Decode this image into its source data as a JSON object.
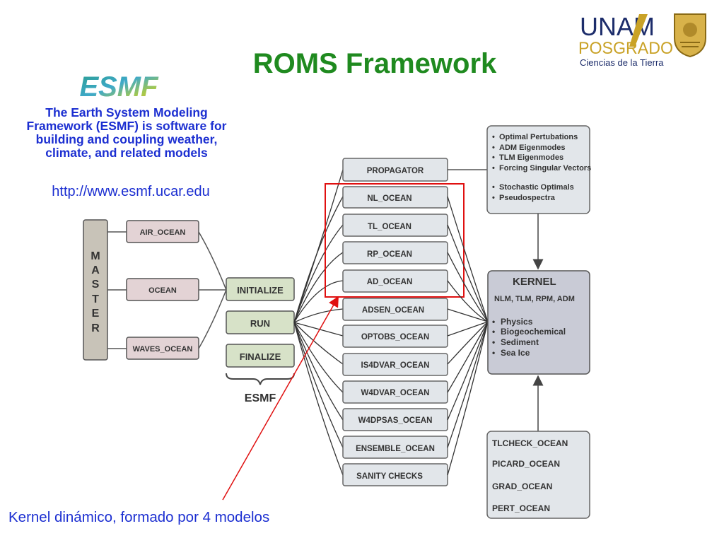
{
  "slide": {
    "title": "ROMS Framework",
    "esmf_description": "The Earth System Modeling Framework (ESMF) is software for building and coupling weather, climate, and related models",
    "esmf_url": "http://www.esmf.ucar.edu",
    "kernel_note": "Kernel dinámico, formado por 4 modelos"
  },
  "logos": {
    "esmf": "ESMF",
    "unam_top": "UNAM",
    "unam_middle": "POSGRADO",
    "unam_bottom": "Ciencias de la Tierra"
  },
  "diagram": {
    "master_letters": [
      "M",
      "A",
      "S",
      "T",
      "E",
      "R"
    ],
    "couplers": [
      "AIR_OCEAN",
      "OCEAN",
      "WAVES_OCEAN"
    ],
    "esmf_phases": [
      "INITIALIZE",
      "RUN",
      "FINALIZE"
    ],
    "esmf_label": "ESMF",
    "drivers": [
      "PROPAGATOR",
      "NL_OCEAN",
      "TL_OCEAN",
      "RP_OCEAN",
      "AD_OCEAN",
      "ADSEN_OCEAN",
      "OPTOBS_OCEAN",
      "IS4DVAR_OCEAN",
      "W4DVAR_OCEAN",
      "W4DPSAS_OCEAN",
      "ENSEMBLE_OCEAN",
      "SANITY CHECKS"
    ],
    "propagator_items": [
      "Optimal Pertubations",
      "ADM Eigenmodes",
      "TLM Eigenmodes",
      "Forcing Singular Vectors",
      "Stochastic Optimals",
      "Pseudospectra"
    ],
    "kernel": {
      "title": "KERNEL",
      "models": "NLM, TLM, RPM, ADM",
      "items": [
        "Physics",
        "Biogeochemical",
        "Sediment",
        "Sea Ice"
      ]
    },
    "checks": [
      "TLCHECK_OCEAN",
      "PICARD_OCEAN",
      "GRAD_OCEAN",
      "PERT_OCEAN"
    ]
  },
  "colors": {
    "title": "#1f8a1f",
    "blue_text": "#1c2fd1",
    "highlight": "#e01010",
    "master_fill": "#c8c3b8",
    "coupler_fill": "#e3d3d5",
    "phase_fill": "#d7e2c8",
    "driver_fill": "#e2e6ea",
    "kernel_fill": "#c9cbd6"
  }
}
